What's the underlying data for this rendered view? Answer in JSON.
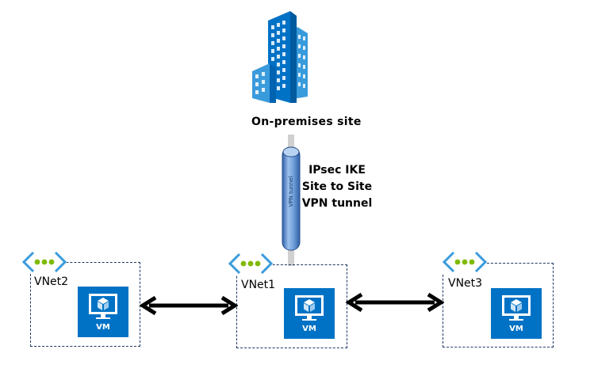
{
  "site": {
    "label": "On-premises site",
    "icon": "building-icon"
  },
  "tunnel": {
    "pipe_label": "VPN tunnel",
    "line1": "IPsec IKE",
    "line2": "Site to Site",
    "line3": "VPN tunnel"
  },
  "vnets": [
    {
      "name": "VNet2",
      "vm_label": "VM"
    },
    {
      "name": "VNet1",
      "vm_label": "VM"
    },
    {
      "name": "VNet3",
      "vm_label": "VM"
    }
  ],
  "colors": {
    "azure_blue": "#0072c6",
    "building_dark": "#0063b1",
    "building_light": "#3a9bdc",
    "vnet_green": "#7fba00",
    "dash_border": "#1f3864",
    "pipe_blue": "#6f9fd8"
  }
}
